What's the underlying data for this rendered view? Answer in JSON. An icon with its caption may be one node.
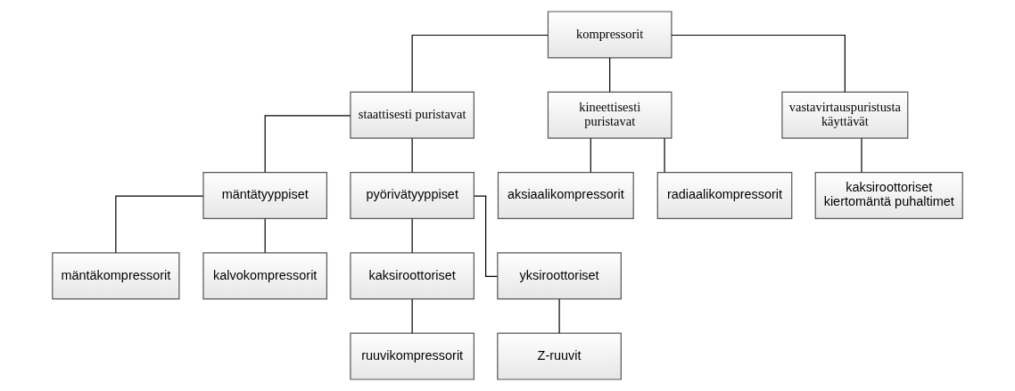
{
  "diagram": {
    "nodes": [
      {
        "text": [
          "kompressorit"
        ]
      },
      {
        "text": [
          "staattisesti puristavat"
        ]
      },
      {
        "text": [
          "kineettisesti puristavat"
        ]
      },
      {
        "text": [
          "vastavirtauspuristusta käyttävät"
        ]
      },
      {
        "text": [
          "mäntätyyppiset"
        ]
      },
      {
        "text": [
          "pyörivätyyppiset"
        ]
      },
      {
        "text": [
          "aksiaalikompressorit"
        ]
      },
      {
        "text": [
          "radiaalikompressorit"
        ]
      },
      {
        "text": [
          "kaksiroottoriset kiertomäntä puhaltimet"
        ]
      },
      {
        "text": [
          "mäntäkompressorit"
        ]
      },
      {
        "text": [
          "kalvokompressorit"
        ]
      },
      {
        "text": [
          "kaksiroottoriset"
        ]
      },
      {
        "text": [
          "yksiroottoriset"
        ]
      },
      {
        "text": [
          "ruuvikompressorit"
        ]
      },
      {
        "text": [
          "Z-ruuvit"
        ]
      }
    ],
    "edges": [
      {
        "from": 0,
        "to": 1,
        "arrow": "none"
      },
      {
        "from": 0,
        "to": 2,
        "arrow": "none"
      },
      {
        "from": 0,
        "to": 3,
        "arrow": "none"
      },
      {
        "from": 1,
        "to": 4,
        "arrow": "none"
      },
      {
        "from": 1,
        "to": 5,
        "arrow": "none"
      },
      {
        "from": 2,
        "to": 6,
        "arrow": "none"
      },
      {
        "from": 2,
        "to": 7,
        "arrow": "none"
      },
      {
        "from": 3,
        "to": 8,
        "arrow": "none"
      },
      {
        "from": 4,
        "to": 9,
        "arrow": "none"
      },
      {
        "from": 4,
        "to": 10,
        "arrow": "none"
      },
      {
        "from": 5,
        "to": 11,
        "arrow": "none"
      },
      {
        "from": 5,
        "to": 12,
        "arrow": "none"
      },
      {
        "from": 11,
        "to": 13,
        "arrow": "none"
      },
      {
        "from": 12,
        "to": 14,
        "arrow": "none"
      }
    ]
  }
}
